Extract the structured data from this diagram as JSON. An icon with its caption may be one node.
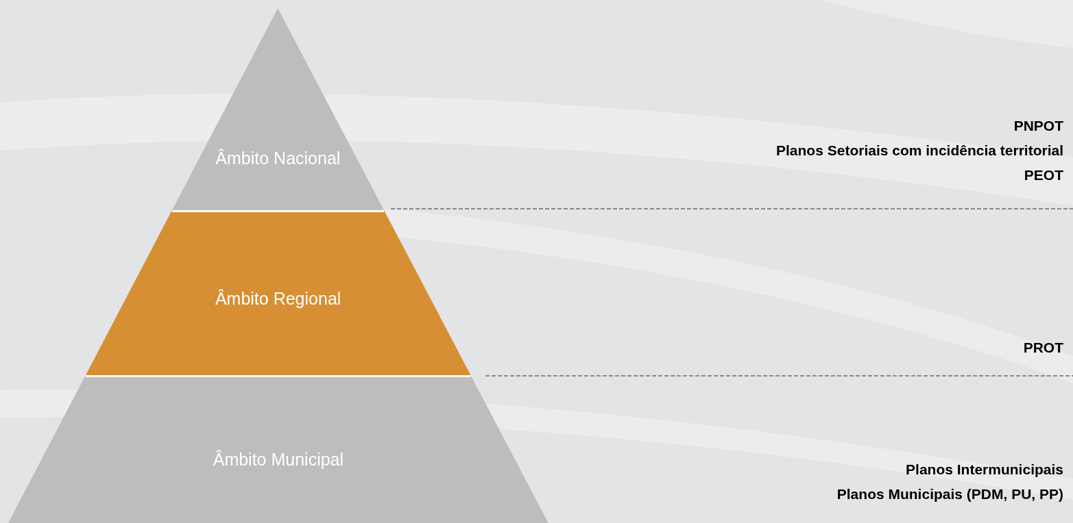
{
  "diagram": {
    "nodes": [
      {
        "text": [
          "Âmbito Nacional"
        ]
      },
      {
        "text": [
          "Âmbito Regional"
        ]
      },
      {
        "text": [
          "Âmbito Municipal"
        ]
      }
    ],
    "labels": [
      "PNPOT",
      "Planos Setoriais com incidência territorial",
      "PEOT",
      "PROT",
      "Planos Intermunicipais",
      "Planos Municipais (PDM, PU, PP)"
    ]
  }
}
